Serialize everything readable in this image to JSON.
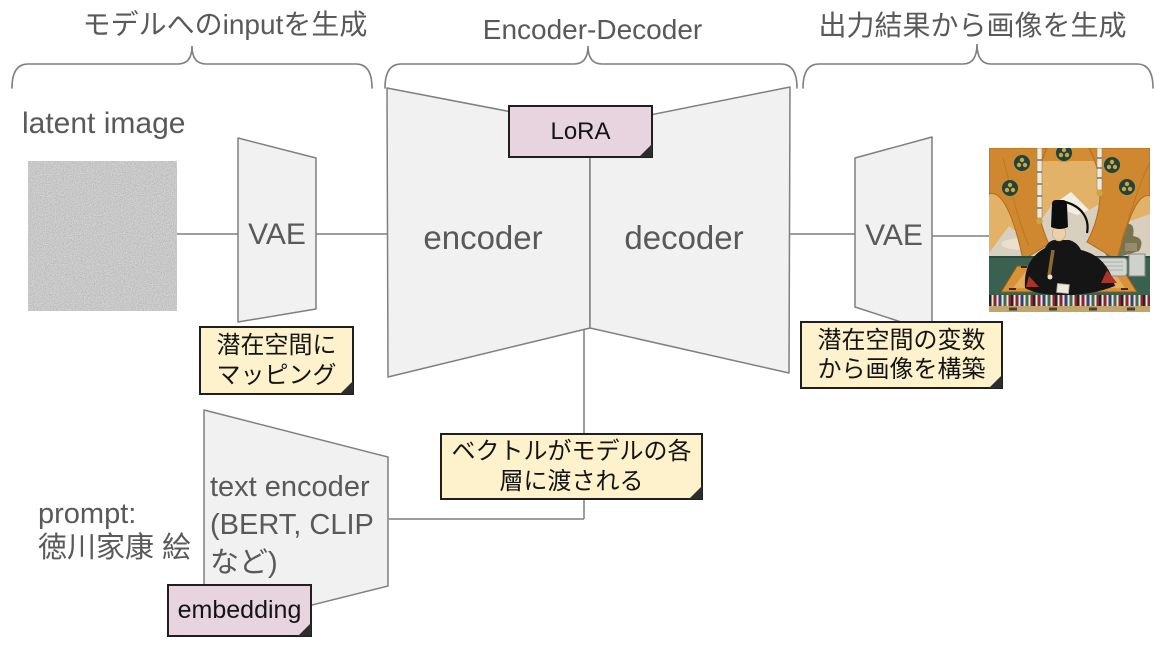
{
  "title_labels": {
    "input_gen": "モデルへのinputを生成",
    "encoder_decoder": "Encoder-Decoder",
    "output_gen": "出力結果から画像を生成"
  },
  "diagram": {
    "latent_image": "latent image",
    "vae_left": "VAE",
    "encoder": "encoder",
    "decoder": "decoder",
    "vae_right": "VAE",
    "text_encoder": "text encoder\n(BERT, CLIP\nなど)",
    "prompt": "prompt:\n徳川家康 絵"
  },
  "notes": {
    "lora": "LoRA",
    "mapping": "潜在空間に\nマッピング",
    "reconstruct": "潜在空間の変数\nから画像を構築",
    "vector": "ベクトルがモデルの各\n層に渡される",
    "embedding": "embedding"
  },
  "colors": {
    "shape_fill": "#f1f1f1",
    "shape_stroke": "#7f7f7f",
    "note_yellow": "#fdf2cc",
    "note_pink": "#e7d4df",
    "label_gray": "#595959",
    "note_border": "#1f1f1f"
  }
}
